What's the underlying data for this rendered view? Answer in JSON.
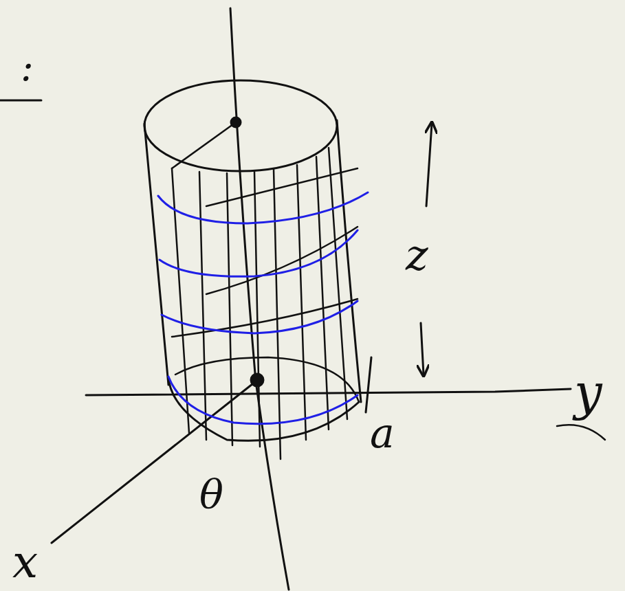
{
  "diagram": {
    "labels": [
      ":",
      "z",
      "y",
      "a",
      "θ",
      "x"
    ]
  }
}
